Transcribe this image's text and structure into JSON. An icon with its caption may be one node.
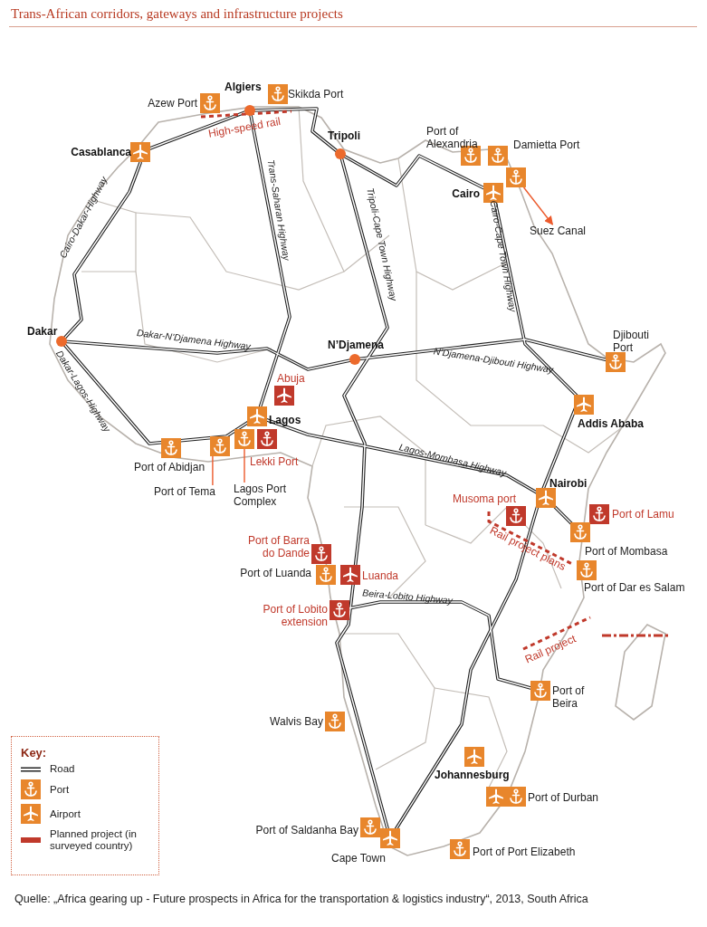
{
  "diagram": {
    "title": "Trans-African corridors, gateways and infrastructure projects",
    "caption": "Quelle: „Africa gearing up - Future prospects in Africa for the transportation & logistics industry“, 2013, South Africa",
    "nodes": [
      {
        "text": [],
        "shape": "picture"
      },
      {
        "text": [
          "Suez Canal"
        ]
      },
      {
        "text": [
          "Port of Tema"
        ]
      },
      {
        "text": [],
        "shape": "picture"
      },
      {
        "text": [
          "Lagos Port Complex"
        ]
      },
      {
        "text": [],
        "shape": "picture"
      }
    ],
    "edges": [
      {
        "from": 0,
        "to": 1,
        "arrow": "to"
      },
      {
        "from": 2,
        "to": 3,
        "arrow": "none"
      },
      {
        "from": 4,
        "to": 5,
        "arrow": "none"
      }
    ],
    "labels": [
      "Azew Port",
      "Algiers",
      "Skikda Port",
      "High-speed rail",
      "Casablanca",
      "Tripoli",
      "Port of Alexandria",
      "Damietta Port",
      "Cairo",
      "Cairo-Dakar-Highway",
      "Trans-Saharan Highway",
      "Tripoli-Cape Town Highway",
      "Cairo-Cape Town Highway",
      "Dakar",
      "Dakar-N’Djamena Highway",
      "N’Djamena",
      "N’Djamena-Djibouti Highway",
      "Djibouti Port",
      "Dakar-Lagos-Highway",
      "Abuja",
      "Lagos",
      "Addis Ababa",
      "Lagos-Mombasa Highway",
      "Port of Abidjan",
      "Lekki Port",
      "Nairobi",
      "Musoma port",
      "Port of Lamu",
      "Port of Mombasa",
      "Rail project plans",
      "Port of Dar es Salam",
      "Port of Barra do Dande",
      "Port of Luanda",
      "Luanda",
      "Port of Lobito extension",
      "Beira-Lobito Highway",
      "Rail project",
      "Port of Beira",
      "Walvis Bay",
      "Johannesburg",
      "Port of Durban",
      "Port of Saldanha Bay",
      "Cape Town",
      "Port of Port Elizabeth",
      "Key:"
    ],
    "legend": [
      {
        "text": "Road"
      },
      {
        "text": "Port"
      },
      {
        "text": "Airport"
      },
      {
        "text": "Planned project (in surveyed country)",
        "color": "#c0392b"
      }
    ]
  }
}
